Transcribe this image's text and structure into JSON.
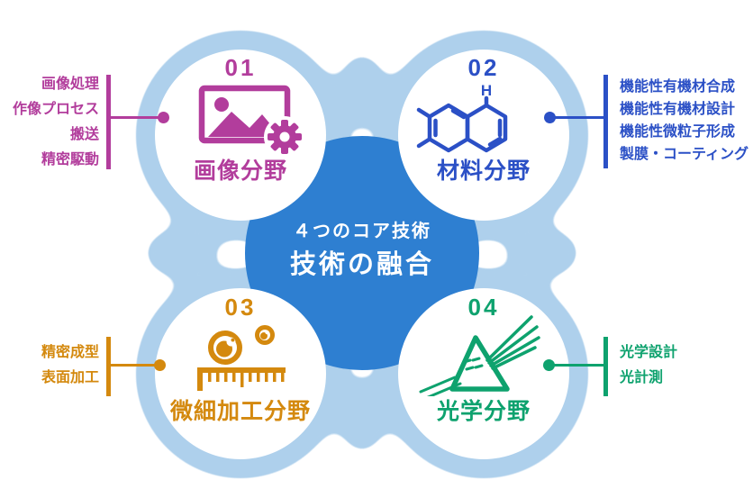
{
  "title_block": {
    "subtitle": "４つのコア技術",
    "title": "技術の融合"
  },
  "colors": {
    "light_blue": "#aed0ec",
    "core_blue": "#2e7fd1",
    "white": "#ffffff",
    "image_magenta": "#b23d9c",
    "material_blue": "#2b50c6",
    "micro_orange": "#d4890e",
    "optics_green": "#0ea26e"
  },
  "fields": [
    {
      "number": "01",
      "label": "画像分野",
      "color": "#b23d9c",
      "icon": "image-gear-icon",
      "items": [
        "画像処理",
        "作像プロセス",
        "搬送",
        "精密駆動"
      ]
    },
    {
      "number": "02",
      "label": "材料分野",
      "color": "#2b50c6",
      "icon": "molecule-icon",
      "items": [
        "機能性有機材合成",
        "機能性有機材設計",
        "機能性微粒子形成",
        "製膜・コーティング"
      ]
    },
    {
      "number": "03",
      "label": "微細加工分野",
      "color": "#d4890e",
      "icon": "particles-ruler-icon",
      "items": [
        "精密成型",
        "表面加工"
      ]
    },
    {
      "number": "04",
      "label": "光学分野",
      "color": "#0ea26e",
      "icon": "prism-icon",
      "items": [
        "光学設計",
        "光計測"
      ]
    }
  ]
}
